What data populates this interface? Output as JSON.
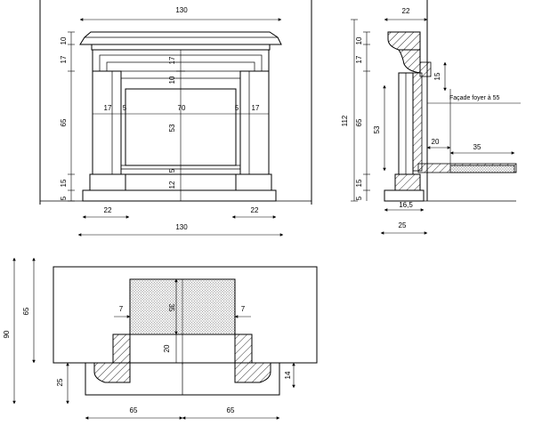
{
  "front": {
    "total_width": "130",
    "heights": [
      "10",
      "17",
      "65",
      "15",
      "5"
    ],
    "inner": {
      "top": "17",
      "lintel": "10",
      "opening_h": "53",
      "hearth": "5",
      "base": "12"
    },
    "opening_w": "70",
    "pilaster_left": "17",
    "pilaster_right": "17",
    "gap_left": "5",
    "gap_right": "5",
    "base_left": "22",
    "base_right": "22",
    "bottom_width": "130"
  },
  "side": {
    "top_depth": "22",
    "total_h": "112",
    "heights": [
      "10",
      "17",
      "65",
      "15",
      "5"
    ],
    "inner_h": "53",
    "mantel_drop": "15",
    "foyer_note": "Façade foyer à 55",
    "hearth_depth": "20",
    "hearth_ext": "35",
    "base_depth": "16,5",
    "foot_depth": "25"
  },
  "plan": {
    "total_h": "90",
    "upper_h": "65",
    "lower_h": "25",
    "firebox_depth": "35",
    "inset_left": "7",
    "inset_right": "7",
    "hearth_h": "20",
    "foot_h": "14",
    "half_left": "65",
    "half_right": "65"
  }
}
